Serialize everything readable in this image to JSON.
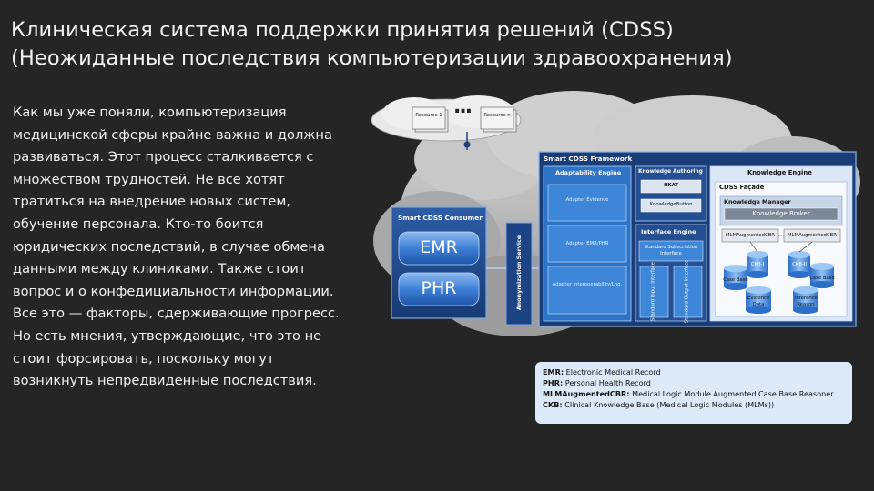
{
  "title": {
    "line1": "Клиническая система поддержки принятия решений (CDSS)",
    "line2": "(Неожиданные последствия компьютеризации здравоохранения)"
  },
  "body_text": "Как мы уже поняли, компьютеризация медицинской сферы крайне важна и должна развиваться. Этот процесс сталкивается с множеством трудностей. Не все хотят тратиться на внедрение новых систем, обучение персонала. Кто-то боится юридических последствий, в случае обмена данными между клиниками. Также стоит вопрос и о конфедициальности информации. Все это — факторы, сдерживающие прогресс. Но есть мнения, утверждающие, что это не стоит форсировать, поскольку могут возникнуть непредвиденные последствия.",
  "diagram": {
    "cloud": {
      "resource1": "Resource 1",
      "resource_n": "Resource n",
      "dots": "..."
    },
    "consumer": {
      "title": "Smart CDSS Consumer",
      "emr": "EMR",
      "phr": "PHR"
    },
    "anonymization": "Anonymization Service",
    "framework": {
      "title": "Smart CDSS Framework",
      "adaptability": {
        "title": "Adaptability Engine",
        "adapter1": "Adapter Evidence",
        "adapter2": "Adapter EMR/PHR",
        "adapter3": "Adapter Interoperability/Lng."
      },
      "authoring": {
        "title": "Knowledge Authoring",
        "hkat": "HKAT",
        "kbutton": "KnowledgeButton"
      },
      "interface": {
        "title": "Interface Engine",
        "subscription": "Standard Subscription Interface",
        "input": "Standard Input Interface",
        "output": "Standard Output Interface"
      },
      "knowledge": {
        "title": "Knowledge Engine",
        "facade": "CDSS Façade",
        "manager": "Knowledge Manager",
        "broker": "Knowledge Broker",
        "mlm1": "MLMAugmentedCBR",
        "mlm2": "MLMAugmentedCBR",
        "ckb1": "CKB-I",
        "ckb2": "CKB-II",
        "casebase1": "Case Base",
        "casebase2": "Case Base",
        "evidence": "Evidence Data",
        "inference": "Inference Reason"
      }
    }
  },
  "legend": [
    {
      "abbr": "EMR:",
      "text": " Electronic Medical Record"
    },
    {
      "abbr": "PHR:",
      "text": " Personal Health Record"
    },
    {
      "abbr": "MLMAugmentedCBR:",
      "text": " Medical Logic Module Augmented Case Base Reasoner"
    },
    {
      "abbr": "CKB:",
      "text": " Clinical Knowledge Base (Medical Logic Modules (MLMs))"
    }
  ]
}
